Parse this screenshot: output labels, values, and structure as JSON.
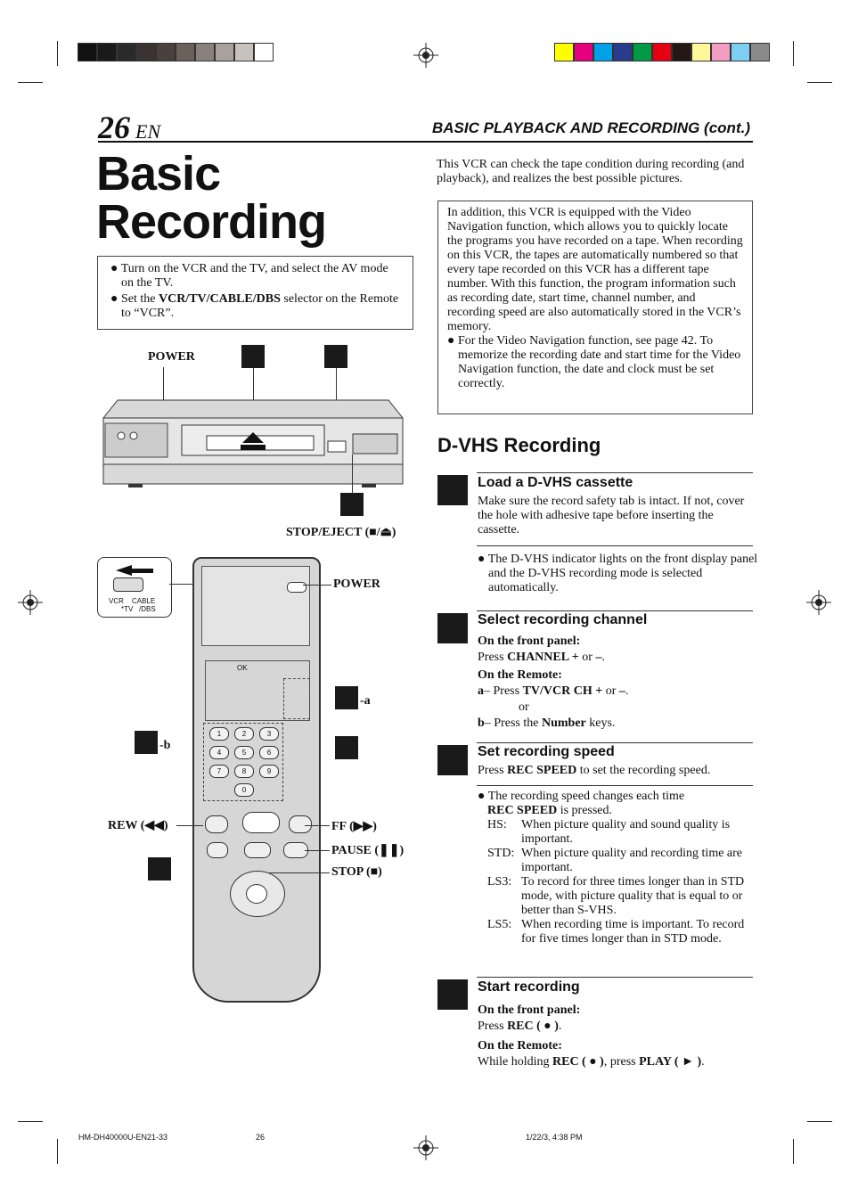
{
  "header": {
    "page_number": "26",
    "page_lang": "EN",
    "section": "BASIC PLAYBACK AND RECORDING (cont.)",
    "title_line1": "Basic",
    "title_line2": "Recording"
  },
  "prep": {
    "item1": "Turn on the VCR and the TV, and select the AV mode on the TV.",
    "item2_pre": "Set the ",
    "item2_bold": "VCR/TV/CABLE/DBS",
    "item2_post": " selector on the Remote to “VCR”."
  },
  "intro": "This VCR can check the tape condition during recording (and playback), and realizes the best possible pictures.",
  "nav_box": {
    "text": "In addition, this VCR is equipped with the Video Navigation function, which allows you to quickly locate the programs you have recorded on a tape. When recording on this VCR, the tapes are automatically numbered so that every tape recorded on this VCR has a different tape number. With this function, the program information such as recording date, start time, channel number, and recording speed are also automatically stored in the VCR’s memory.",
    "bullet": "For the Video Navigation function, see page 42. To memorize the recording date and start time for the Video Navigation function, the date and clock must be set correctly."
  },
  "dvhs_heading": "D-VHS Recording",
  "steps": {
    "s1": {
      "title": "Load a D-VHS cassette",
      "text": "Make sure the record safety tab is intact. If not, cover the hole with adhesive tape before inserting the cassette.",
      "note": "The D-VHS indicator lights on the front display panel and the D-VHS recording mode is selected automatically."
    },
    "s2": {
      "title": "Select recording channel",
      "front_label": "On the front panel:",
      "front_pre": "Press ",
      "front_bold": "CHANNEL + ",
      "front_mid": "or ",
      "front_bold2": "–",
      "front_post": ".",
      "remote_label": "On the Remote:",
      "a_key": "a",
      "a_pre": "–  Press ",
      "a_bold": "TV/VCR CH + ",
      "a_mid": "or ",
      "a_bold2": "–",
      "a_post": ".",
      "or": "or",
      "b_key": "b",
      "b_pre": "–  Press the ",
      "b_bold": "Number",
      "b_post": " keys."
    },
    "s3": {
      "title": "Set recording speed",
      "text_pre": "Press ",
      "text_bold": "REC SPEED",
      "text_post": " to set the recording speed.",
      "note_line1": "The recording speed changes each time",
      "note_bold": "REC SPEED",
      "note_post": " is pressed.",
      "speeds": [
        {
          "code": "HS:",
          "desc": "When picture quality and sound quality is important."
        },
        {
          "code": "STD:",
          "desc": "When picture quality and recording time are important."
        },
        {
          "code": "LS3:",
          "desc": "To record for three times longer than in STD mode, with picture quality that is equal to or better than S-VHS."
        },
        {
          "code": "LS5:",
          "desc": "When recording time is important. To record for five times longer than in STD mode."
        }
      ]
    },
    "s4": {
      "title": "Start recording",
      "front_label": "On the front panel:",
      "front_pre": "Press ",
      "front_bold": "REC ( ● )",
      "front_post": ".",
      "remote_label": "On the Remote:",
      "remote_pre": "While holding ",
      "remote_bold1": "REC ( ● )",
      "remote_mid": ", press ",
      "remote_bold2": "PLAY ( ► )",
      "remote_post": "."
    }
  },
  "labels": {
    "power_vcr": "POWER",
    "stop_eject": "STOP/EJECT (■/⏏)",
    "power_remote": "POWER",
    "a_suffix": "-a",
    "b_suffix": "-b",
    "rew": "REW (◀◀)",
    "ff": "FF (▶▶)",
    "pause": "PAUSE (❚❚)",
    "stop": "STOP (■)",
    "selector": {
      "vcr": "VCR",
      "tv": "*TV",
      "cable": "CABLE",
      "dbs": "/DBS"
    },
    "ok": "OK",
    "keypad": [
      "1",
      "2",
      "3",
      "4",
      "5",
      "6",
      "7",
      "8",
      "9",
      "0"
    ]
  },
  "footer": {
    "file": "HM-DH40000U-EN21-33",
    "page": "26",
    "date": "1/22/3, 4:38 PM"
  },
  "colors": {
    "swatches_gray": [
      "#111111",
      "#1a1a1a",
      "#2a2a2a",
      "#3a3332",
      "#4a403e",
      "#6a605c",
      "#8a807c",
      "#aaa09c",
      "#c8c2be",
      "#ffffff"
    ],
    "swatches_color": [
      "#ffff00",
      "#e6007e",
      "#00a0e9",
      "#2a3a8c",
      "#009944",
      "#e60012",
      "#231815",
      "#fff799",
      "#f19ec2",
      "#7ecef4",
      "#8a8a8a"
    ]
  }
}
